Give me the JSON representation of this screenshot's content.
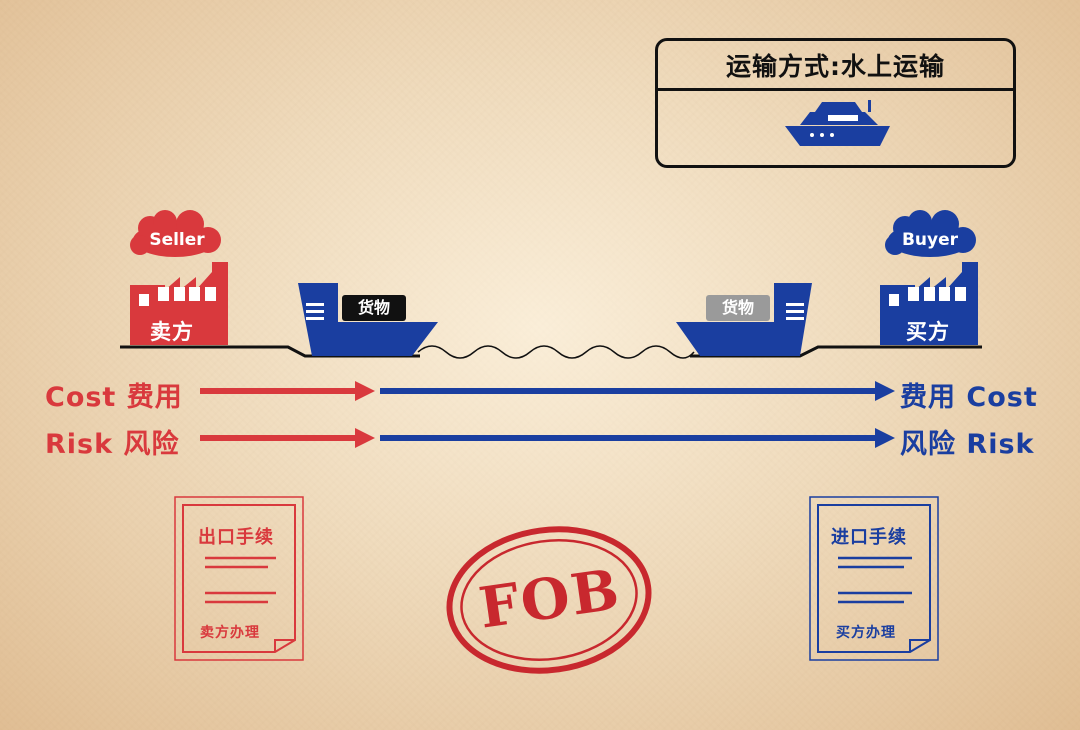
{
  "transport": {
    "title": "运输方式:水上运输"
  },
  "seller": {
    "cloud": "Seller",
    "label": "卖方"
  },
  "buyer": {
    "cloud": "Buyer",
    "label": "买方"
  },
  "ships": {
    "left_cargo": "货物",
    "right_cargo": "货物"
  },
  "rows": {
    "cost_left": "Cost 费用",
    "risk_left": "Risk 风险",
    "cost_right": "费用 Cost",
    "risk_right": "风险 Risk"
  },
  "docs": {
    "export_title": "出口手续",
    "export_foot": "卖方办理",
    "import_title": "进口手续",
    "import_foot": "买方办理"
  },
  "stamp": {
    "text": "FOB"
  },
  "colors": {
    "red": "#d9393d",
    "blue": "#1a3ea0",
    "black": "#111111"
  }
}
